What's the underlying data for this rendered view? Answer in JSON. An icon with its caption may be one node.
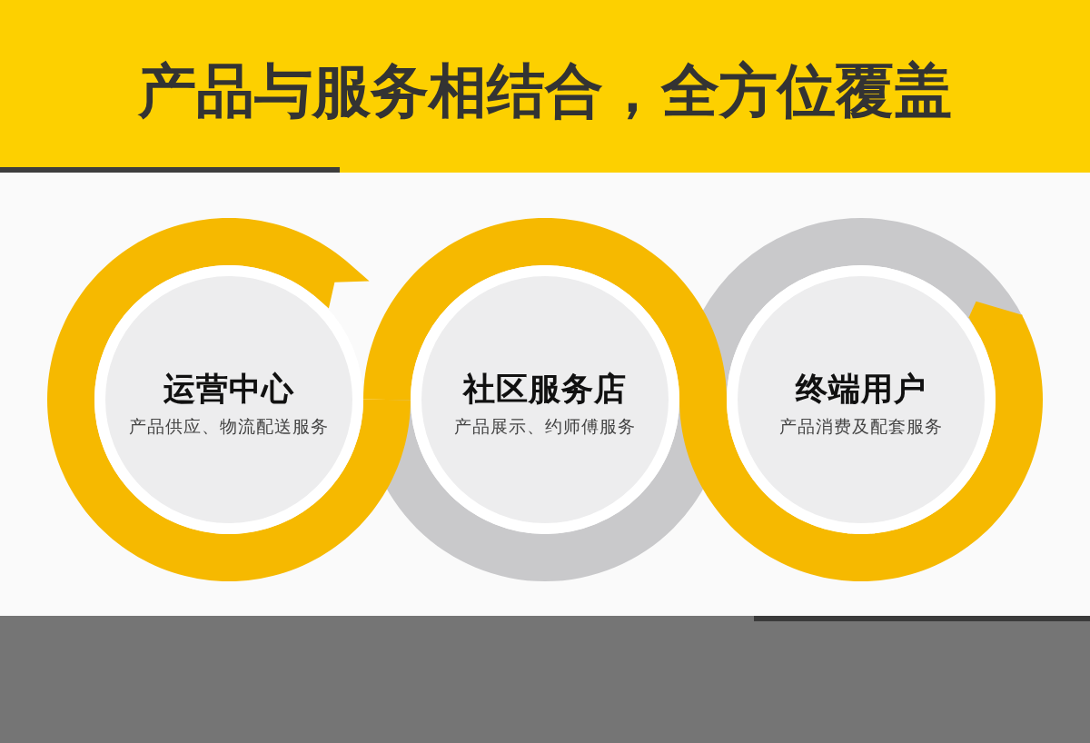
{
  "diagram": {
    "title": "产品与服务相结合，全方位覆盖",
    "nodes": [
      {
        "text": [
          "运营中心",
          "产品供应、物流配送服务"
        ]
      },
      {
        "text": [
          "社区服务店",
          "产品展示、约师傅服务"
        ]
      },
      {
        "text": [
          "终端用户",
          "产品消费及配套服务"
        ]
      }
    ],
    "edges": [
      {
        "from": 0,
        "to": 1,
        "arrow": "none"
      },
      {
        "from": 1,
        "to": 2,
        "arrow": "to"
      }
    ]
  }
}
